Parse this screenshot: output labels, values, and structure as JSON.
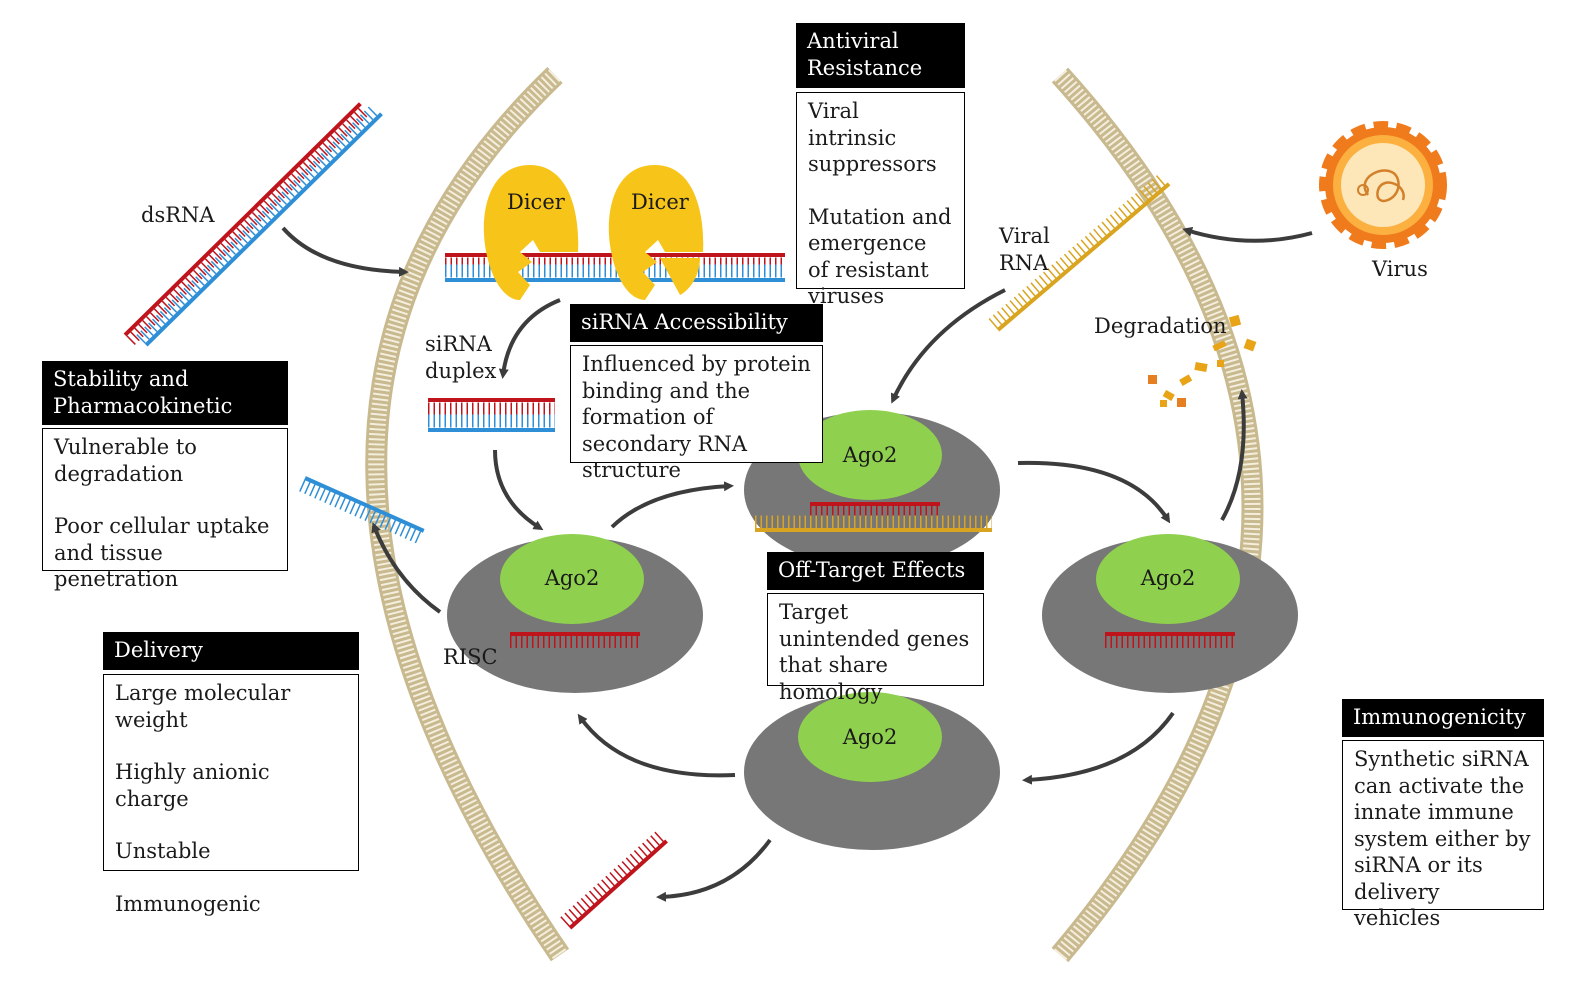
{
  "labels": {
    "dsrna": "dsRNA",
    "dicer": "Dicer",
    "sirna_duplex": "siRNA\nduplex",
    "viral_rna": "Viral\nRNA",
    "virus": "Virus",
    "degradation": "Degradation",
    "risc": "RISC",
    "ago2": "Ago2"
  },
  "boxes": {
    "antiviral": {
      "title": "Antiviral\nResistance",
      "items": [
        "Viral intrinsic suppressors",
        "Mutation and emergence of resistant viruses"
      ]
    },
    "accessibility": {
      "title": "siRNA Accessibility",
      "items": [
        "Influenced by protein binding and the formation of secondary RNA structure"
      ]
    },
    "stability": {
      "title": "Stability and\nPharmacokinetic",
      "items": [
        "Vulnerable to degradation",
        "Poor cellular uptake and tissue penetration"
      ]
    },
    "delivery": {
      "title": "Delivery",
      "items": [
        "Large molecular weight",
        "Highly anionic charge",
        "Unstable",
        "Immunogenic"
      ]
    },
    "offtarget": {
      "title": "Off-Target Effects",
      "items": [
        "Target unintended genes that share homology"
      ]
    },
    "immuno": {
      "title": "Immunogenicity",
      "items": [
        "Synthetic siRNA can activate the innate immune system either by siRNA or its delivery vehicles"
      ]
    }
  },
  "colors": {
    "sense_strand": "#c0141c",
    "antisense_strand": "#2f8fd6",
    "viral_strand": "#d9a520",
    "dicer": "#f7c51a",
    "risc_body": "#777777",
    "ago2": "#8fd14f",
    "membrane": "#d9cdb0",
    "arrow": "#3c3c3c",
    "virus_outer": "#f07b1c",
    "virus_inner": "#fde6b8"
  }
}
